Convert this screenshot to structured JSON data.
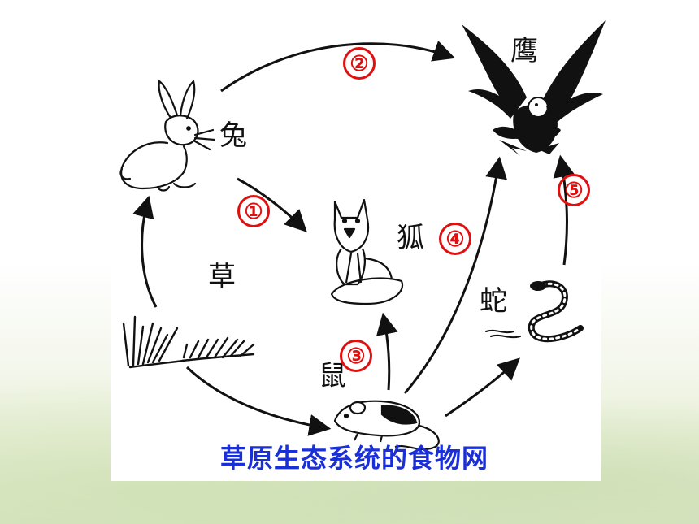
{
  "diagram": {
    "caption": "草原生态系统的食物网",
    "species": {
      "eagle": "鹰",
      "rabbit": "兔",
      "fox": "狐",
      "grass": "草",
      "snake": "蛇",
      "mouse": "鼠"
    },
    "arrow_numbers": [
      "①",
      "②",
      "③",
      "④",
      "⑤"
    ],
    "colors": {
      "numbers": "#e01010",
      "caption": "#1a2fd6"
    }
  }
}
